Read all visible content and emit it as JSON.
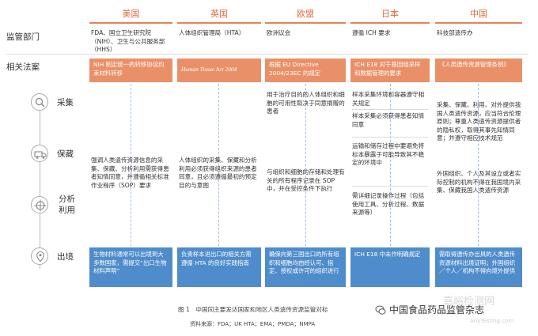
{
  "columns": [
    "美国",
    "英国",
    "欧盟",
    "日本",
    "中国"
  ],
  "row_labels": {
    "regulator": "监管部门",
    "law": "相关法案",
    "collect": "采集",
    "store": "保藏",
    "analyze": "分析\n利用",
    "export": "出境"
  },
  "regulators": [
    "FDA、国立卫生研究院（NIH）、卫生与公共服务部（HHS）",
    "人体组织管理局（HTA）",
    "欧洲议会",
    "遵循 ICH 要求",
    "科技部遗传办"
  ],
  "laws": [
    "NIH 制定统一的转移协议约束材料转移",
    "Human Tissue Act 2004",
    "根据 EU Directive 2004/23EC 的规定",
    "ICH E18 对于基因组采样和数据管理的要求",
    "《人类遗传资源管理条例》"
  ],
  "body": {
    "us": "强调人类遗传资源信息的采集、保藏、分析利用需获得患者知情同意，并遵循相关标准作业程序（SOP）要求",
    "uk": "人体组织的采集、保藏和分析利用必须获得组织来源的患者同意，且必须遵循最初的预定目的与意图",
    "eu_1": "用于治疗目的的人体组织和细胞的可用性取决于同意捐赠的患者",
    "eu_2": "与组织和细胞的存储和处理有关的所有程序记录在 SOP 中，并在受控条件下执行",
    "jp_1": "样本采集环境和容器遵守相关规定",
    "jp_2": "样本采集必须获得患者知情同意",
    "jp_3": "运输和储存过程中要避免将标本暴露于可能导致其不稳定的环境中",
    "jp_4": "需详细记录操作过程（包括使用工具、分析过程、数据来源等）",
    "cn_1": "采集、保藏、利用、对外提供我国人类遗传资源，应当符合伦理原则；尊重人类遗传资源提供者的隐私权，取得其事先知情同意；并遵守相应技术规范",
    "cn_2": "外国组织、个人及其设立或者实际控制的机构不得在我国境内采集、保藏我国人类遗传资源"
  },
  "exports": [
    "生物材料通常可以出境到大多数国家，需提交“出口生物材料声明”",
    "负责样本进出口的相关方需遵循 HTA 的良好实践指南",
    "确保向第三国出口的所有组织和细胞均由经认可、指定、授权或许可的组织进行",
    "ICH E18 中未作明确规定",
    "需取得遗传办出具的人类遗传资源材料出境证明；外国组织／个人／机构不得向境外提供"
  ],
  "caption": "图 1　中国同主要发达国家和地区人类遗传资源监管对标",
  "source": "资料来源：FDA；UK HTA；EMA；PMDA；NMPA",
  "watermark": "中国食品药品监管杂志",
  "watermark2": "嘉峪检测网",
  "watermark2_sub": "AnyTesting.com",
  "colors": {
    "orange": "#ea9068",
    "blue": "#4f8ccb",
    "heading": "#e0693f"
  }
}
